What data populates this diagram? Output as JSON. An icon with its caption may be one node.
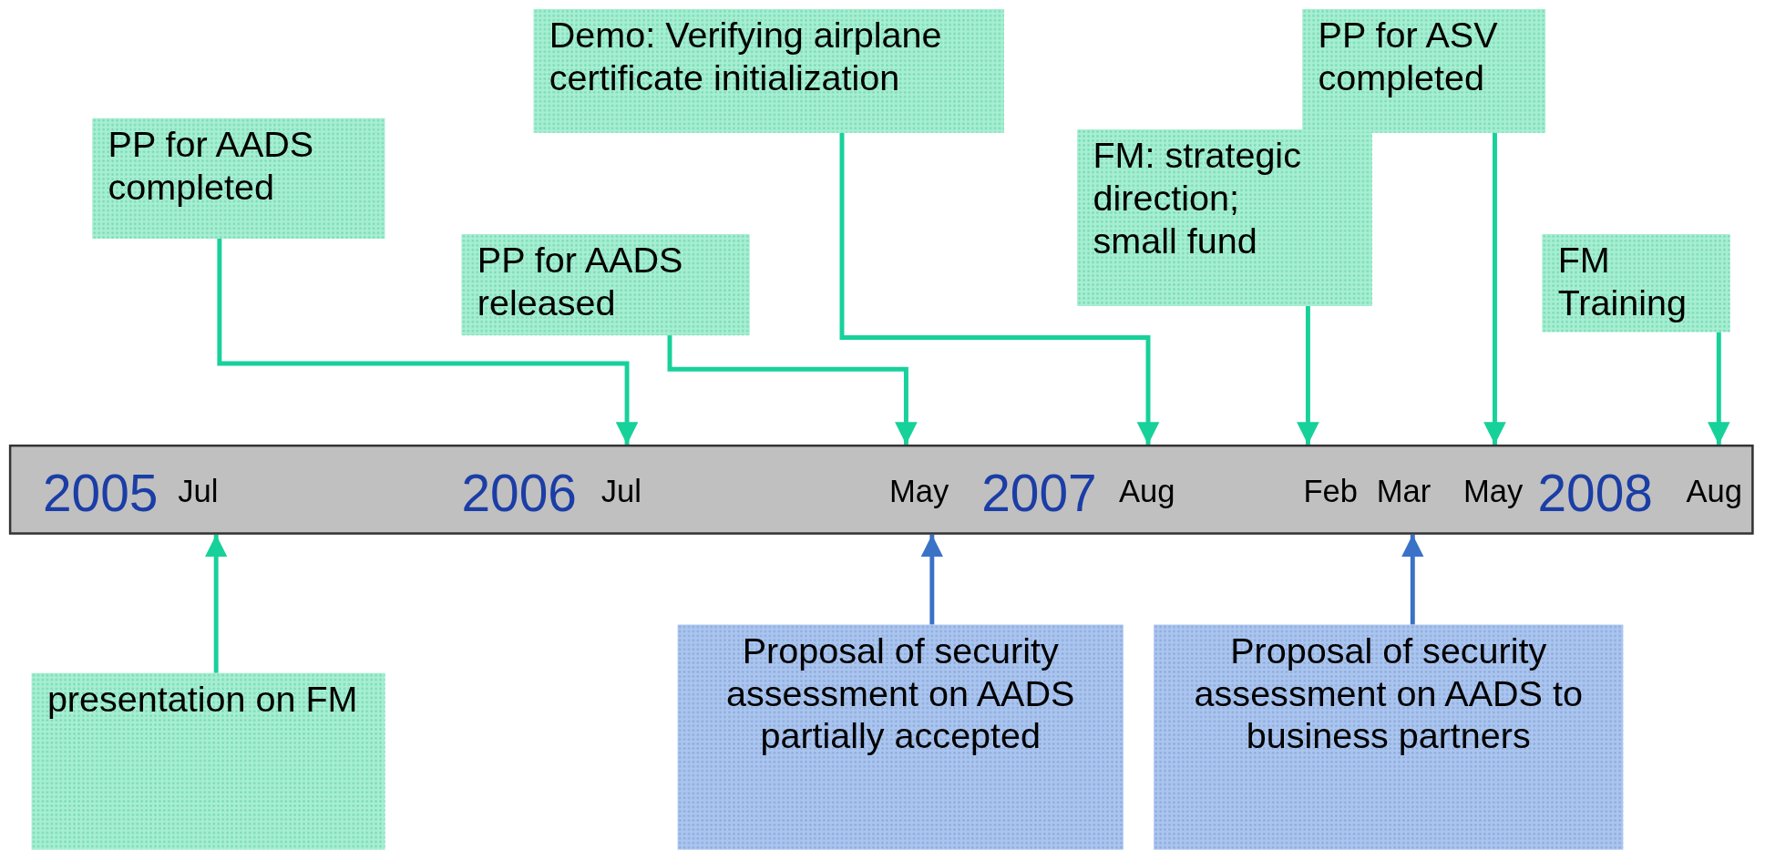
{
  "diagram": {
    "nodes": [
      {
        "text": [
          "PP for AADS completed"
        ]
      },
      {
        "text": [
          "PP for AADS released"
        ]
      },
      {
        "text": [
          "Demo: Verifying airplane certificate initialization"
        ]
      },
      {
        "text": [
          "FM: strategic direction; small fund"
        ]
      },
      {
        "text": [
          "PP for ASV completed"
        ]
      },
      {
        "text": [
          "FM Training"
        ]
      },
      {
        "text": [
          "2005",
          "Jul",
          "2006",
          "Jul",
          "May",
          "2007",
          "Aug",
          "Feb",
          "Mar",
          "May",
          "2008",
          "Aug"
        ]
      },
      {
        "text": [
          "presentation on FM"
        ]
      },
      {
        "text": [
          "Proposal of security assessment on AADS partially accepted"
        ]
      },
      {
        "text": [
          "Proposal of security assessment on AADS to business partners"
        ]
      }
    ],
    "edges": [
      {
        "from": 0,
        "to": 6,
        "arrow": "to"
      },
      {
        "from": 1,
        "to": 6,
        "arrow": "to"
      },
      {
        "from": 2,
        "to": 6,
        "arrow": "to"
      },
      {
        "from": 3,
        "to": 6,
        "arrow": "to"
      },
      {
        "from": 4,
        "to": 6,
        "arrow": "to"
      },
      {
        "from": 5,
        "to": 6,
        "arrow": "to"
      },
      {
        "from": 7,
        "to": 6,
        "arrow": "to"
      },
      {
        "from": 8,
        "to": 6,
        "arrow": "to",
        "color": "#3a72c8"
      },
      {
        "from": 9,
        "to": 6,
        "arrow": "to",
        "color": "#3a72c8"
      }
    ]
  }
}
